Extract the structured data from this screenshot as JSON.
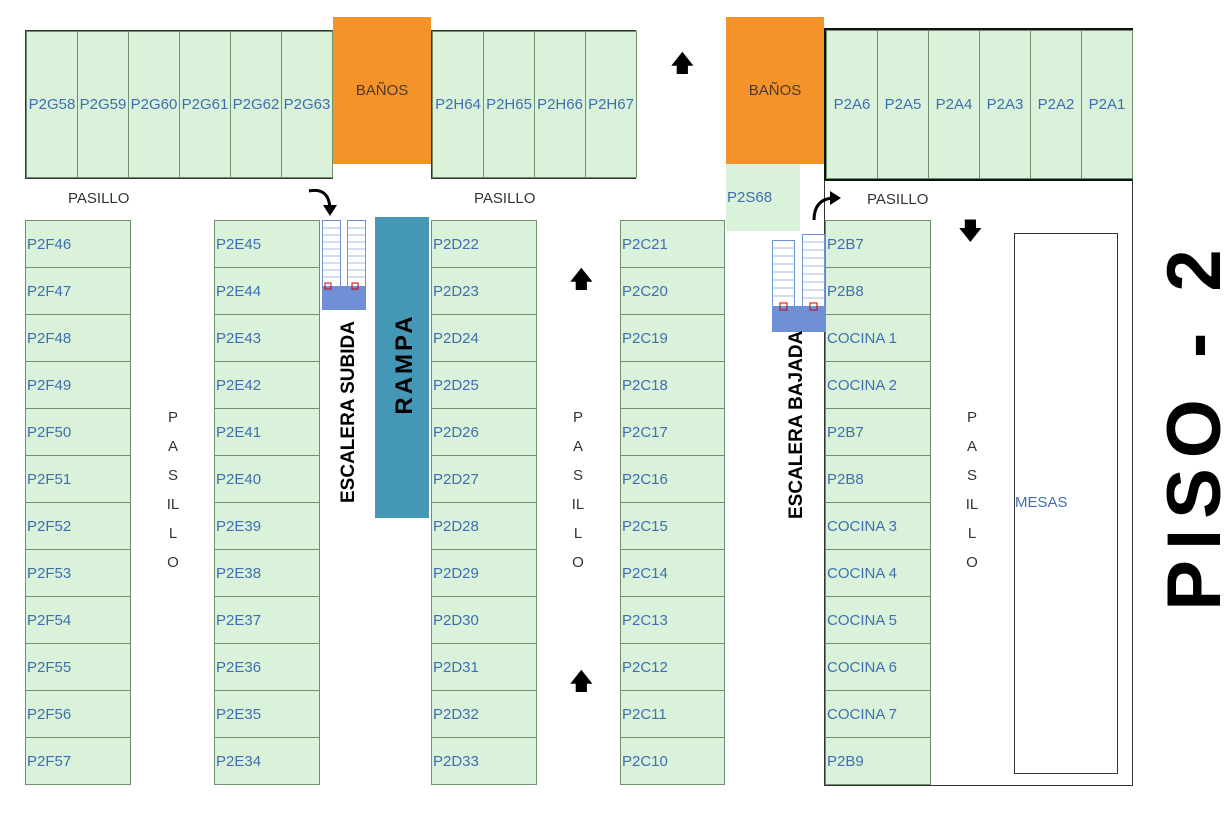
{
  "floor_title": "PISO - 2",
  "labels": {
    "pasillo": "PASILLO",
    "banos": "BAÑOS",
    "rampa": "RAMPA",
    "escalera_subida": "ESCALERA SUBIDA",
    "escalera_bajada": "ESCALERA BAJADA",
    "mesas": "MESAS"
  },
  "rows": {
    "g": [
      "P2G58",
      "P2G59",
      "P2G60",
      "P2G61",
      "P2G62",
      "P2G63"
    ],
    "h": [
      "P2H64",
      "P2H65",
      "P2H66",
      "P2H67"
    ],
    "a": [
      "P2A6",
      "P2A5",
      "P2A4",
      "P2A3",
      "P2A2",
      "P2A1"
    ],
    "s": [
      "P2S68"
    ]
  },
  "columns": {
    "f": [
      "P2F46",
      "P2F47",
      "P2F48",
      "P2F49",
      "P2F50",
      "P2F51",
      "P2F52",
      "P2F53",
      "P2F54",
      "P2F55",
      "P2F56",
      "P2F57"
    ],
    "e": [
      "P2E45",
      "P2E44",
      "P2E43",
      "P2E42",
      "P2E41",
      "P2E40",
      "P2E39",
      "P2E38",
      "P2E37",
      "P2E36",
      "P2E35",
      "P2E34"
    ],
    "d": [
      "P2D22",
      "P2D23",
      "P2D24",
      "P2D25",
      "P2D26",
      "P2D27",
      "P2D28",
      "P2D29",
      "P2D30",
      "P2D31",
      "P2D32",
      "P2D33"
    ],
    "c": [
      "P2C21",
      "P2C20",
      "P2C19",
      "P2C18",
      "P2C17",
      "P2C16",
      "P2C15",
      "P2C14",
      "P2C13",
      "P2C12",
      "P2C11",
      "P2C10"
    ],
    "b": [
      "P2B7",
      "P2B8",
      "COCINA 1",
      "COCINA 2",
      "P2B7",
      "P2B8",
      "COCINA 3",
      "COCINA 4",
      "COCINA 5",
      "COCINA 6",
      "COCINA 7",
      "P2B9"
    ]
  },
  "colors": {
    "stall": "#d9f2d9",
    "banos": "#f5932b",
    "rampa": "#4598b5",
    "stall_text": "#3f6fb0",
    "stairs": "#6f8fd6"
  }
}
